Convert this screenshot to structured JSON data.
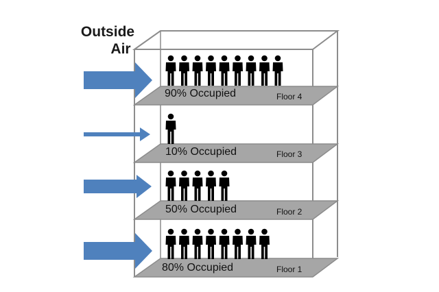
{
  "title": {
    "line1": "Outside",
    "line2": "Air"
  },
  "colors": {
    "arrow": "#4f81bd",
    "slab": "#a6a6a6",
    "frame": "#8c8c8c",
    "person": "#000000"
  },
  "floors": [
    {
      "name": "Floor 4",
      "occupancy_label": "90% Occupied",
      "occupancy_percent": 90,
      "people": 9,
      "air_level": "high"
    },
    {
      "name": "Floor 3",
      "occupancy_label": "10% Occupied",
      "occupancy_percent": 10,
      "people": 1,
      "air_level": "low"
    },
    {
      "name": "Floor 2",
      "occupancy_label": "50% Occupied",
      "occupancy_percent": 50,
      "people": 5,
      "air_level": "medium"
    },
    {
      "name": "Floor 1",
      "occupancy_label": "80% Occupied",
      "occupancy_percent": 80,
      "people": 8,
      "air_level": "high"
    }
  ],
  "icons": {
    "arrow": "airflow-arrow-icon",
    "person": "person-icon"
  }
}
